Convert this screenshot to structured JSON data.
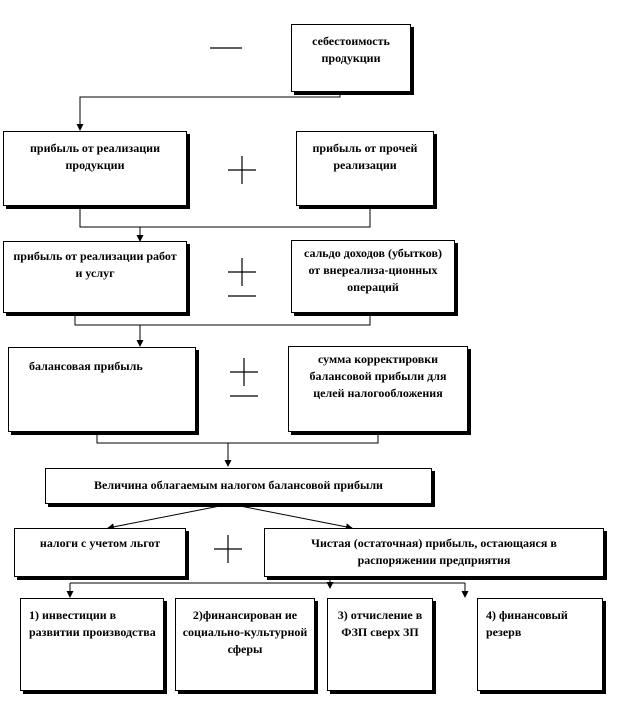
{
  "boxes": {
    "cost": "себестоимость продукции",
    "profit_sales_products": "прибыль от реализации продукции",
    "profit_other_sales": "прибыль от прочей реализации",
    "profit_sales_works": "прибыль от реализации работ и услуг",
    "balance_nonsales": "сальдо доходов (убытков) от внереализа-ционных операций",
    "balance_profit": "балансовая прибыль",
    "tax_adjustment": "сумма корректировки балансовой прибыли для целей налогообложения",
    "taxable_profit": "Величина облагаемым налогом балансовой прибыли",
    "taxes": "налоги с учетом льгот",
    "net_profit": "Чистая (остаточная) прибыль, остающаяся в распоряжении предприятия",
    "investments": "1) инвестиции в развитии производства",
    "social_financing": "2)финансирован ие социально-культурной сферы",
    "fzp_deduction": "3) отчисление в ФЗП сверх ЗП",
    "financial_reserve": "4) финансовый резерв"
  },
  "operators": [
    "minus",
    "plus",
    "plus-minus",
    "plus-minus",
    "plus"
  ]
}
